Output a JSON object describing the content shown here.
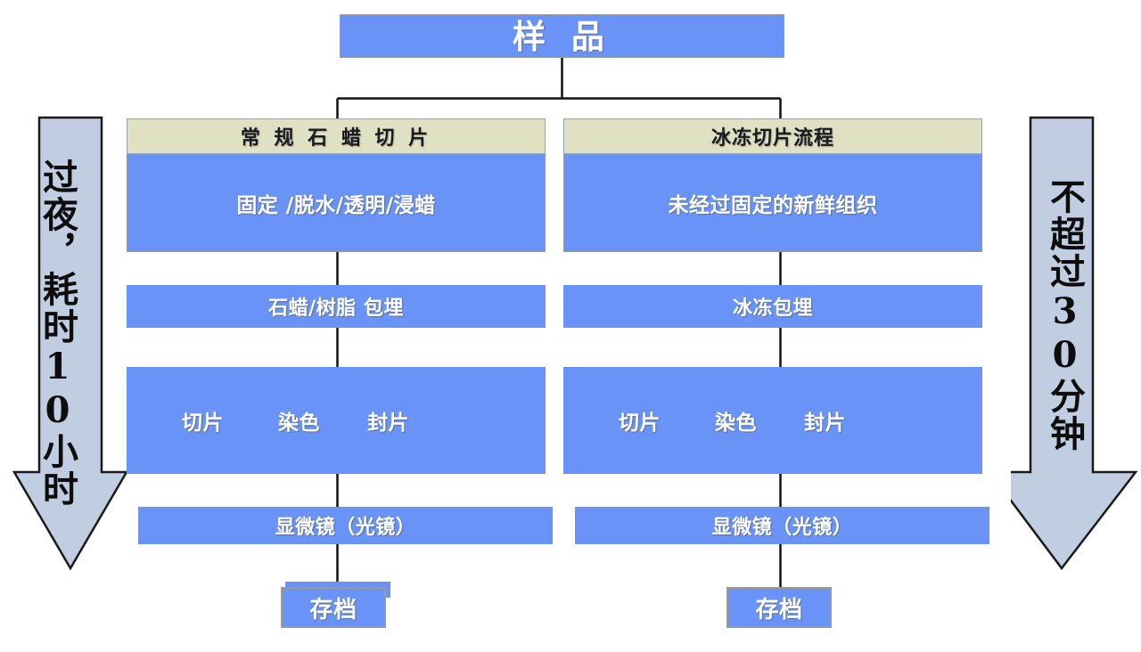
{
  "diagram": {
    "title": "样  品",
    "columns": [
      {
        "id": "paraffin",
        "header": "常 规 石 蜡 切 片",
        "steps": [
          "固定 /脱水/透明/浸蜡",
          "石蜡/树脂 包埋",
          "显微镜（光镜）"
        ],
        "stage_triplet": [
          "切片",
          "染色",
          "封片"
        ],
        "terminal": "存档",
        "side_note": "过夜，耗时10小时"
      },
      {
        "id": "frozen",
        "header": "冰冻切片流程",
        "steps": [
          "未经过固定的新鲜组织",
          "冰冻包埋",
          "显微镜（光镜）"
        ],
        "stage_triplet": [
          "切片",
          "染色",
          "封片"
        ],
        "terminal": "存档",
        "side_note": "不超过30分钟"
      }
    ],
    "colors": {
      "node_fill": "#6a93f7",
      "header_fill": "#e0e0c2",
      "arrow_fill": "#c1cee2",
      "arrow_stroke": "#1a1a1a",
      "node_text": "#ffffff",
      "header_text": "#1a1a1a",
      "connector": "#111111",
      "background": "#ffffff"
    }
  }
}
